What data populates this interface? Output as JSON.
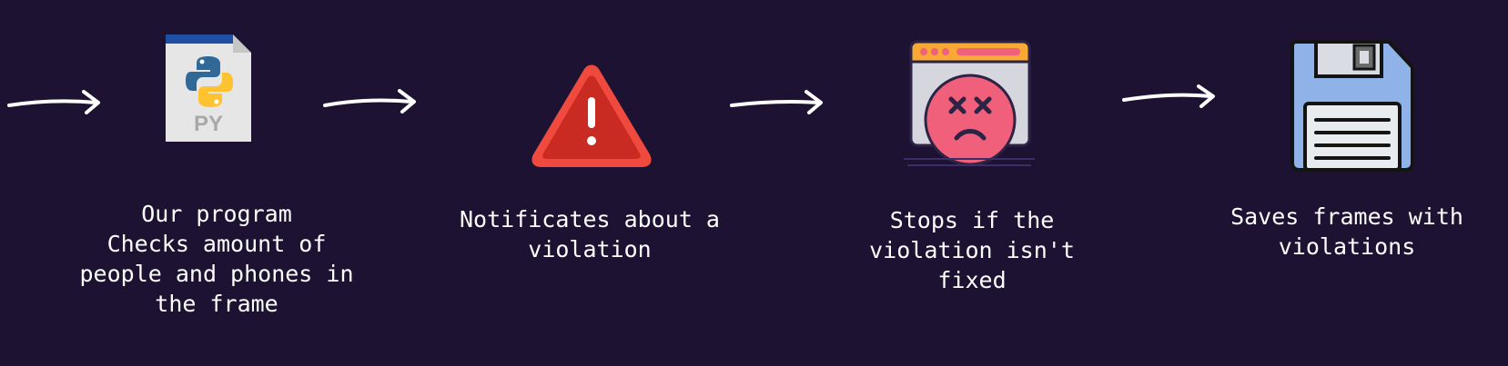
{
  "flow": {
    "step1": {
      "icon": "python-file-icon",
      "icon_text": "PY",
      "caption": "Our program\nChecks amount of\npeople and phones in\nthe frame"
    },
    "step2": {
      "icon": "warning-triangle-icon",
      "caption": "Notificates about a\nviolation"
    },
    "step3": {
      "icon": "sad-browser-window-icon",
      "caption": "Stops if the\nviolation isn't\nfixed"
    },
    "step4": {
      "icon": "floppy-disk-save-icon",
      "caption": "Saves frames with\nviolations"
    }
  },
  "colors": {
    "background": "#1e1233",
    "arrow": "#ffffff",
    "caption_text": "#ffffff",
    "python_blue": "#306998",
    "python_yellow": "#ffc331",
    "warning_red": "#d62b25",
    "sad_face_pink": "#f0607a",
    "window_bar": "#f7a934",
    "floppy_blue": "#8fb3e8"
  }
}
